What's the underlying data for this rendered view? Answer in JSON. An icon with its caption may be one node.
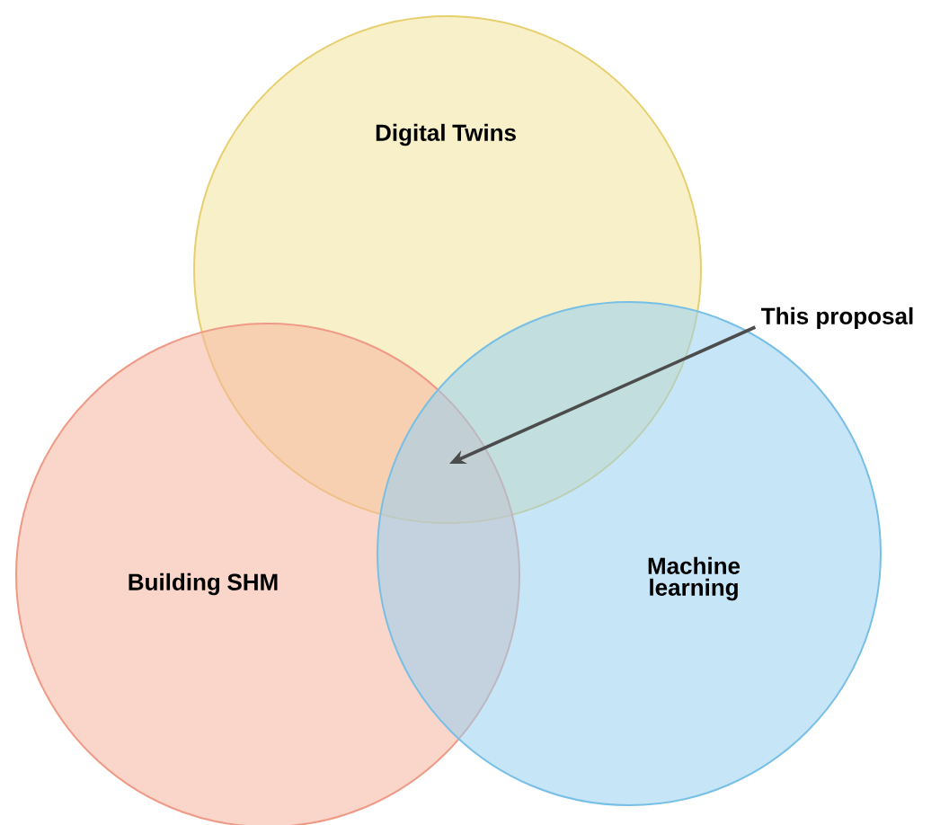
{
  "diagram": {
    "nodes": [
      {
        "text": [
          "Digital Twins"
        ]
      },
      {
        "text": [
          "Building SHM"
        ]
      },
      {
        "text": [
          "Machine learning"
        ]
      },
      {
        "text": [
          "This proposal"
        ]
      }
    ],
    "edges": [
      {
        "from": 3,
        "to": 2,
        "arrow": "to"
      }
    ]
  }
}
